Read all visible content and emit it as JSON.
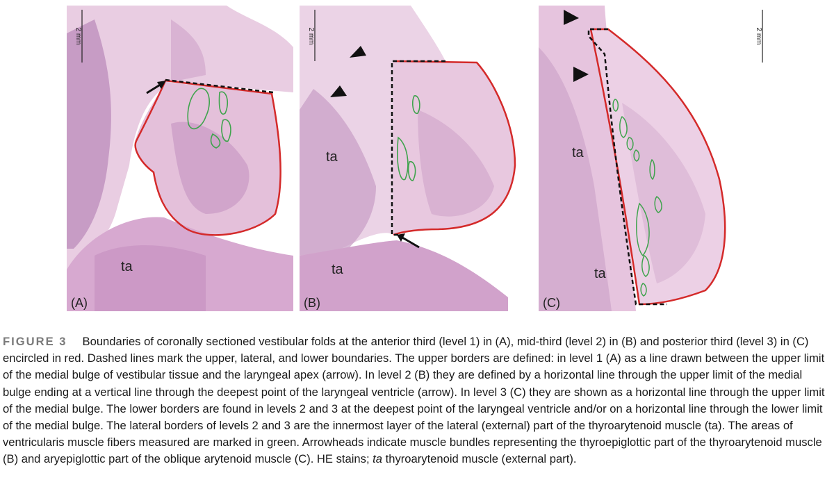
{
  "figure": {
    "panels": [
      {
        "letter": "(A)",
        "scale_label": "2 mm",
        "tissue_label": "ta"
      },
      {
        "letter": "(B)",
        "scale_label": "2 mm",
        "tissue_label": "ta",
        "tissue_label_2": "ta"
      },
      {
        "letter": "(C)",
        "scale_label": "2 mm",
        "tissue_label": "ta",
        "tissue_label_2": "ta"
      }
    ],
    "colors": {
      "tissue_pink": "#e8c4dc",
      "tissue_purple": "#b98ab8",
      "boundary_red": "#d42a2a",
      "muscle_green": "#3fa34d",
      "dashed_black": "#111111"
    }
  },
  "caption": {
    "label": "FIGURE 3",
    "text_1": "Boundaries of coronally sectioned vestibular folds at the anterior third (level 1) in (A), mid-third (level 2) in (B) and posterior third (level 3) in (C) encircled in red. Dashed lines mark the upper, lateral, and lower boundaries. The upper borders are defined: in level 1 (A) as a line drawn between the upper limit of the medial bulge of vestibular tissue and the laryngeal apex (arrow). In level 2 (B) they are defined by a horizontal line through the upper limit of the medial bulge ending at a vertical line through the deepest point of the laryngeal ventricle (arrow). In level 3 (C) they are shown as a horizontal line through the upper limit of the medial bulge. The lower borders are found in levels 2 and 3 at the deepest point of the laryngeal ventricle and/or on a horizontal line through the lower limit of the medial bulge. The lateral borders of levels 2 and 3 are the innermost layer of the lateral (external) part of the thyroarytenoid muscle (ta). The areas of ventricularis muscle fibers measured are marked in green. Arrowheads indicate muscle bundles representing the thyroepiglottic part of the thyroarytenoid muscle (B) and aryepiglottic part of the oblique arytenoid muscle (C). HE stains; ",
    "italic": "ta",
    "text_2": " thyroarytenoid muscle (external part)."
  }
}
